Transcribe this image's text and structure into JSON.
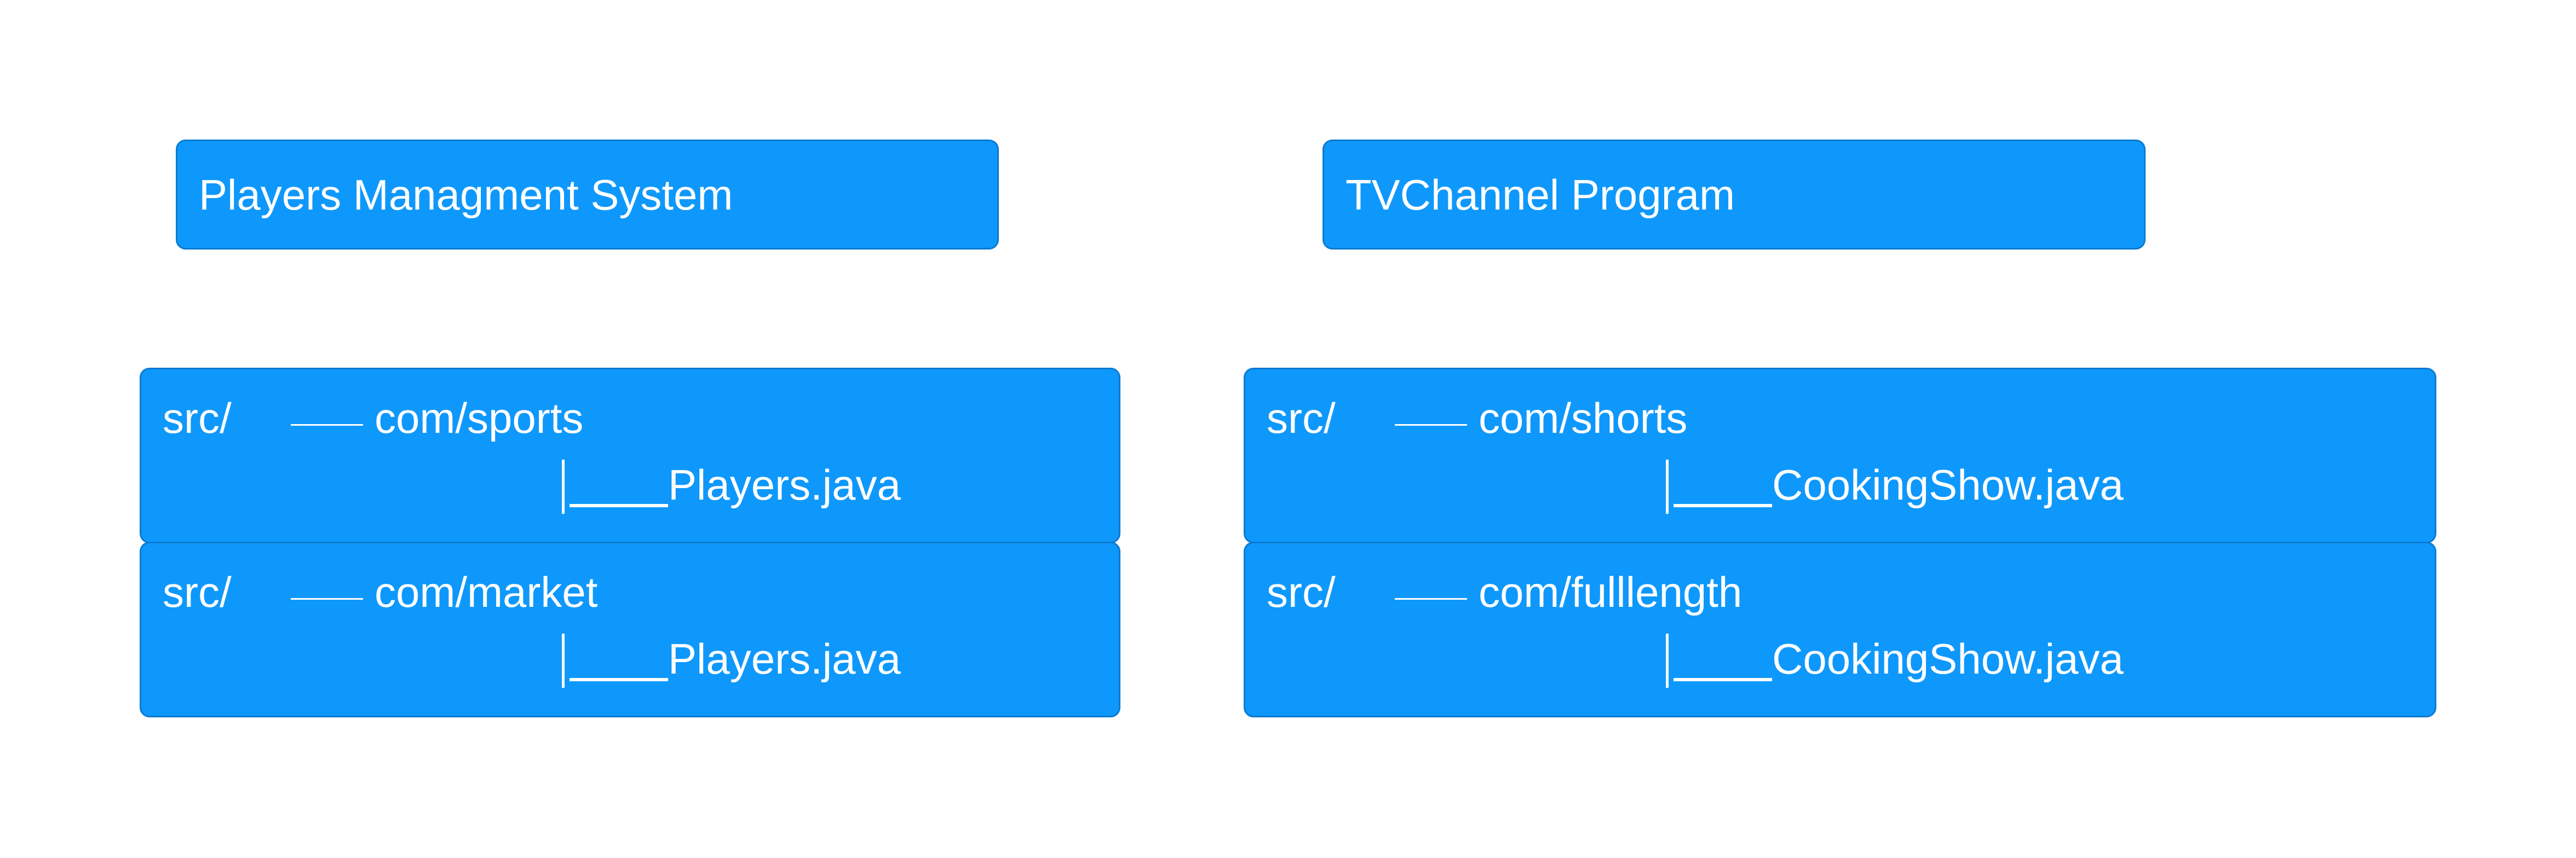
{
  "colors": {
    "box_fill": "#0f98fb",
    "box_border": "#0a7bd1",
    "text": "#ffffff",
    "background": "#ffffff"
  },
  "projects": [
    {
      "title": "Players Managment System",
      "trees": [
        {
          "root": "src/",
          "package": "com/sports",
          "file": "Players.java"
        },
        {
          "root": "src/",
          "package": "com/market",
          "file": "Players.java"
        }
      ]
    },
    {
      "title": "TVChannel Program",
      "trees": [
        {
          "root": "src/",
          "package": "com/shorts",
          "file": "CookingShow.java"
        },
        {
          "root": "src/",
          "package": "com/fulllength",
          "file": "CookingShow.java"
        }
      ]
    }
  ]
}
